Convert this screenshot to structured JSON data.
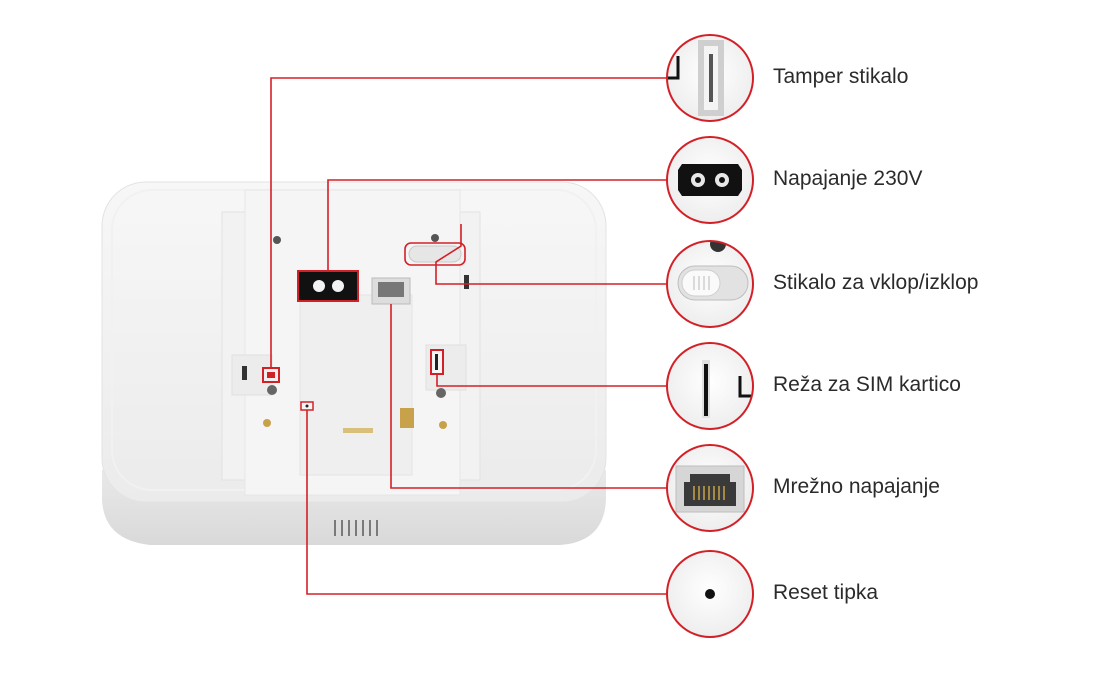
{
  "accent_color": "#d32027",
  "callouts": [
    {
      "id": "tamper",
      "label": "Tamper stikalo",
      "icon": "tamper-switch-icon"
    },
    {
      "id": "power",
      "label": "Napajanje 230V",
      "icon": "power-socket-icon"
    },
    {
      "id": "onoff",
      "label": "Stikalo za vklop/izklop",
      "icon": "toggle-switch-icon"
    },
    {
      "id": "sim",
      "label": "Reža za SIM kartico",
      "icon": "sim-slot-icon"
    },
    {
      "id": "lan",
      "label": "Mrežno napajanje",
      "icon": "ethernet-port-icon"
    },
    {
      "id": "reset",
      "label": "Reset tipka",
      "icon": "reset-button-icon"
    }
  ]
}
